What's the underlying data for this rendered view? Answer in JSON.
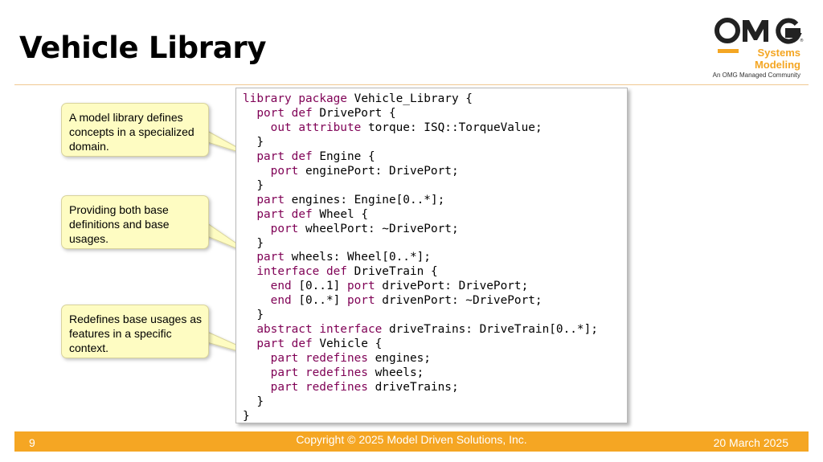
{
  "slide": {
    "title": "Vehicle Library",
    "logo": {
      "brand": "OMG",
      "line1": "Systems",
      "line2": "Modeling",
      "tagline": "An OMG Managed Community"
    },
    "callouts": [
      "A model library defines concepts in a specialized domain.",
      "Providing both base definitions and base usages.",
      "Redefines base usages as features in a specific context."
    ],
    "code_lines": [
      "library package Vehicle_Library {",
      "  port def DrivePort {",
      "    out attribute torque: ISQ::TorqueValue;",
      "  }",
      "  part def Engine {",
      "    port enginePort: DrivePort;",
      "  }",
      "  part engines: Engine[0..*];",
      "  part def Wheel {",
      "    port wheelPort: ~DrivePort;",
      "  }",
      "  part wheels: Wheel[0..*];",
      "  interface def DriveTrain {",
      "    end [0..1] port drivePort: DrivePort;",
      "    end [0..*] port drivenPort: ~DrivePort;",
      "  }",
      "  abstract interface driveTrains: DriveTrain[0..*];",
      "  part def Vehicle {",
      "    part redefines engines;",
      "    part redefines wheels;",
      "    part redefines driveTrains;",
      "  }",
      "}"
    ],
    "keywords": [
      "library",
      "package",
      "port",
      "def",
      "out",
      "attribute",
      "part",
      "interface",
      "end",
      "abstract",
      "redefines"
    ],
    "colors": {
      "accent": "#f5a623",
      "keyword": "#7f0055",
      "callout_bg": "#fefcc2"
    }
  },
  "footer": {
    "page_number": "9",
    "copyright": "Copyright © 2025 Model Driven Solutions, Inc.",
    "date": "20 March 2025"
  }
}
